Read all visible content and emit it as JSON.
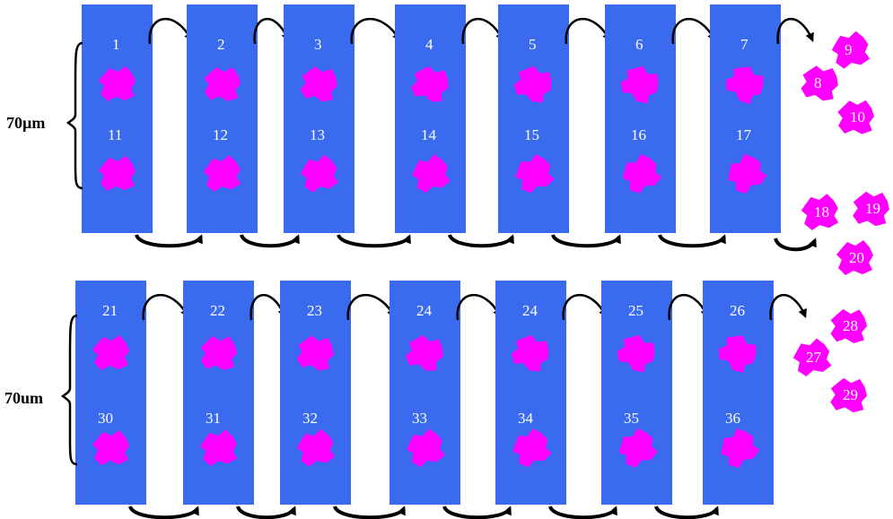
{
  "colors": {
    "section": "#3a6bef",
    "cell": "#ff00ff",
    "arrow": "#000000",
    "number": "#ffffff",
    "background": "#ffffff"
  },
  "icons": {
    "cell": "pink-cell-blob-icon",
    "transfer": "curved-arrow-icon"
  },
  "scale_labels": [
    "70µm",
    "70um"
  ],
  "panels": [
    {
      "top_row": [
        "1",
        "2",
        "3",
        "4",
        "5",
        "6",
        "7"
      ],
      "bottom_row": [
        "11",
        "12",
        "13",
        "14",
        "15",
        "16",
        "17"
      ],
      "loose_cells": [
        "9",
        "8",
        "10",
        "18",
        "19",
        "20"
      ]
    },
    {
      "top_row": [
        "21",
        "22",
        "23",
        "24",
        "24",
        "25",
        "26"
      ],
      "bottom_row": [
        "30",
        "31",
        "32",
        "33",
        "34",
        "35",
        "36"
      ],
      "loose_cells": [
        "28",
        "27",
        "29"
      ]
    }
  ]
}
